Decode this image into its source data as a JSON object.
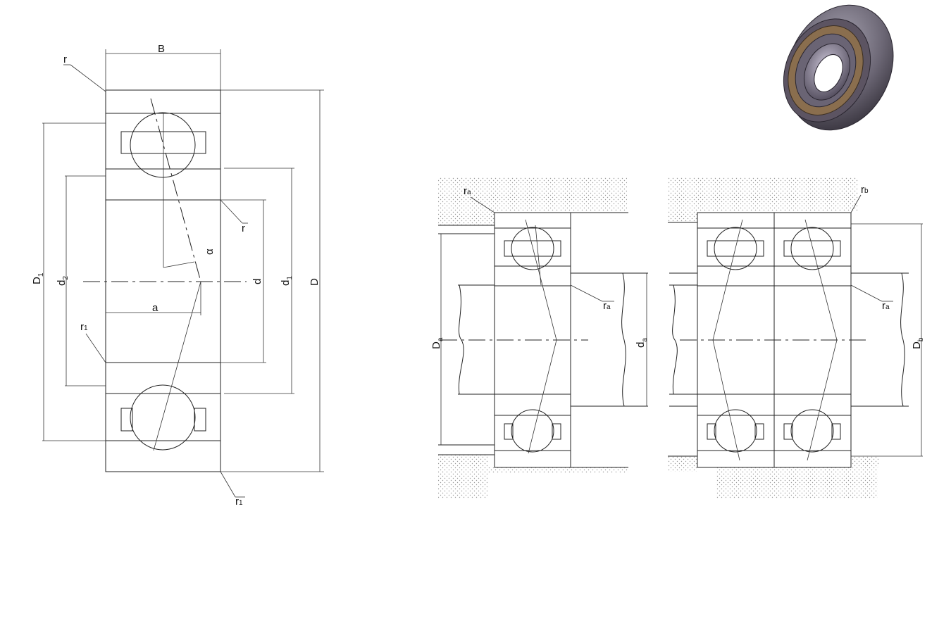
{
  "labels": {
    "B": "B",
    "r_top": "r",
    "r_mid": "r",
    "r1_left": "r",
    "r1_left_sub": "1",
    "r1_bottom": "r",
    "r1_bottom_sub": "1",
    "alpha": "α",
    "a": "a",
    "D1": "D",
    "D1_sub": "1",
    "d2": "d",
    "d2_sub": "2",
    "d": "d",
    "d1": "d",
    "d1_sub": "1",
    "D": "D",
    "ra_1": "r",
    "ra_1_sub": "a",
    "ra_2": "r",
    "ra_2_sub": "a",
    "Da": "D",
    "Da_sub": "a",
    "da": "d",
    "da_sub": "a",
    "rb": "r",
    "rb_sub": "b",
    "ra_3": "r",
    "ra_3_sub": "a",
    "Db": "D",
    "Db_sub": "b"
  },
  "colors": {
    "line": "#222222",
    "hatch": "#333333",
    "dots": "#9a9a9a",
    "bearing_outer": "#5a5560",
    "bearing_seal": "#8a6e4e",
    "bearing_inner": "#2f2a36"
  },
  "icons": {
    "render": "bearing-3d-render"
  }
}
